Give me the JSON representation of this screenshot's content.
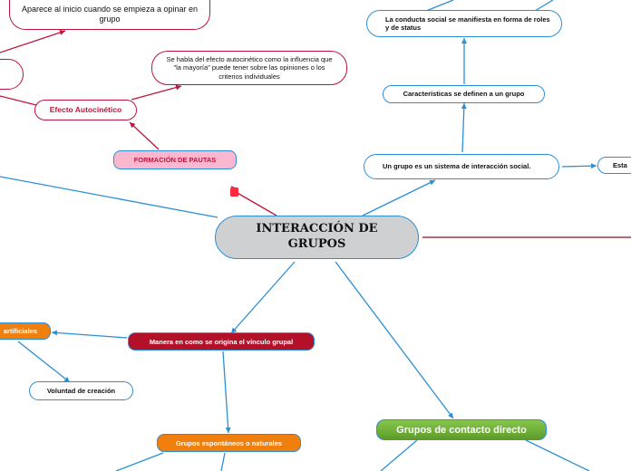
{
  "central": {
    "title": "INTERACCIÓN DE GRUPOS"
  },
  "nodes": {
    "aparece": "Aparece al inicio cuando se empieza a opinar en grupo",
    "efecto_desc": "Se habla del efecto autocinético como la influencia que \"la mayoría\" puede tener sobre las opiniones o los criterios individuales",
    "efecto": "Efecto Autocinético",
    "formacion": "FORMACIÓN DE PAUTAS",
    "conducta": "La conducta social se manifiesta en forma de roles y de status",
    "caracteristicas": "Características se definen a un grupo",
    "grupo_sistema": "Un grupo es un sistema de interacción social.",
    "esta": "Esta",
    "artificiales": "artificiales",
    "voluntad": "Voluntad de creación",
    "manera": "Manera en como se origina el vínculo grupal",
    "espontaneos": "Grupos espontáneos o naturales",
    "contacto": "Grupos de contacto directo"
  },
  "colors": {
    "blue": "#2b8fd6",
    "crimson": "#c0143c",
    "darkred": "#8b1414",
    "orange": "#f07f0e",
    "green": "#6aa84f",
    "pink": "#f9b7d0",
    "grey": "#cfd0d2"
  }
}
